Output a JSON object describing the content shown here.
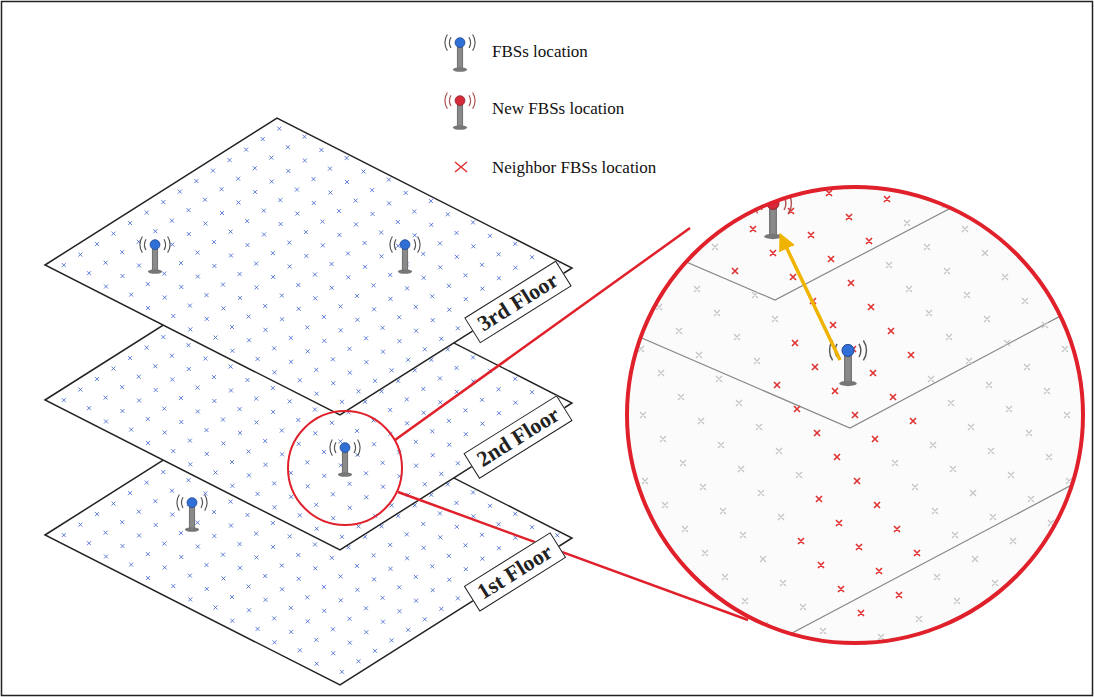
{
  "diagram": {
    "nodes": [
      {
        "text": [
          "3rd Floor"
        ]
      },
      {
        "text": [
          "2nd Floor"
        ]
      },
      {
        "text": [
          "1st Floor"
        ]
      }
    ],
    "legend": [
      {
        "text": "FBSs location"
      },
      {
        "text": "New FBSs location"
      },
      {
        "text": "Neighbor FBSs location"
      }
    ]
  }
}
